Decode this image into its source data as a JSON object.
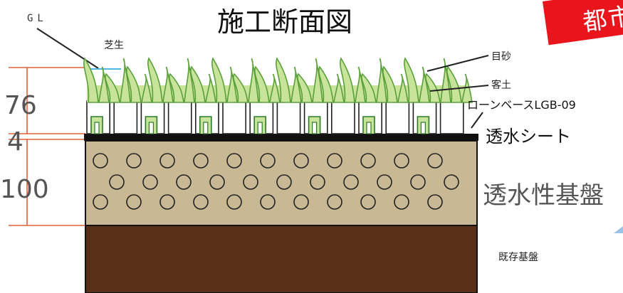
{
  "title": "施工断面図",
  "banner": {
    "text": "都市",
    "color": "#e8151c"
  },
  "labels": {
    "gl": "GL",
    "turf": "芝生",
    "top_sand": "目砂",
    "topsoil": "客土",
    "base_product": "ローンベースLGB-09",
    "sheet": "透水シート",
    "permeable_base": "透水性基盤",
    "existing_ground": "既存基盤"
  },
  "dimensions": [
    {
      "value": "76"
    },
    {
      "value": "4"
    },
    {
      "value": "100"
    }
  ],
  "colors": {
    "grass_fill": "#c8e39a",
    "grass_stroke": "#5aa03a",
    "sheet": "#111111",
    "gravel": "#c9b894",
    "soil": "#5a2f18",
    "dimension_line": "#e0603a"
  }
}
